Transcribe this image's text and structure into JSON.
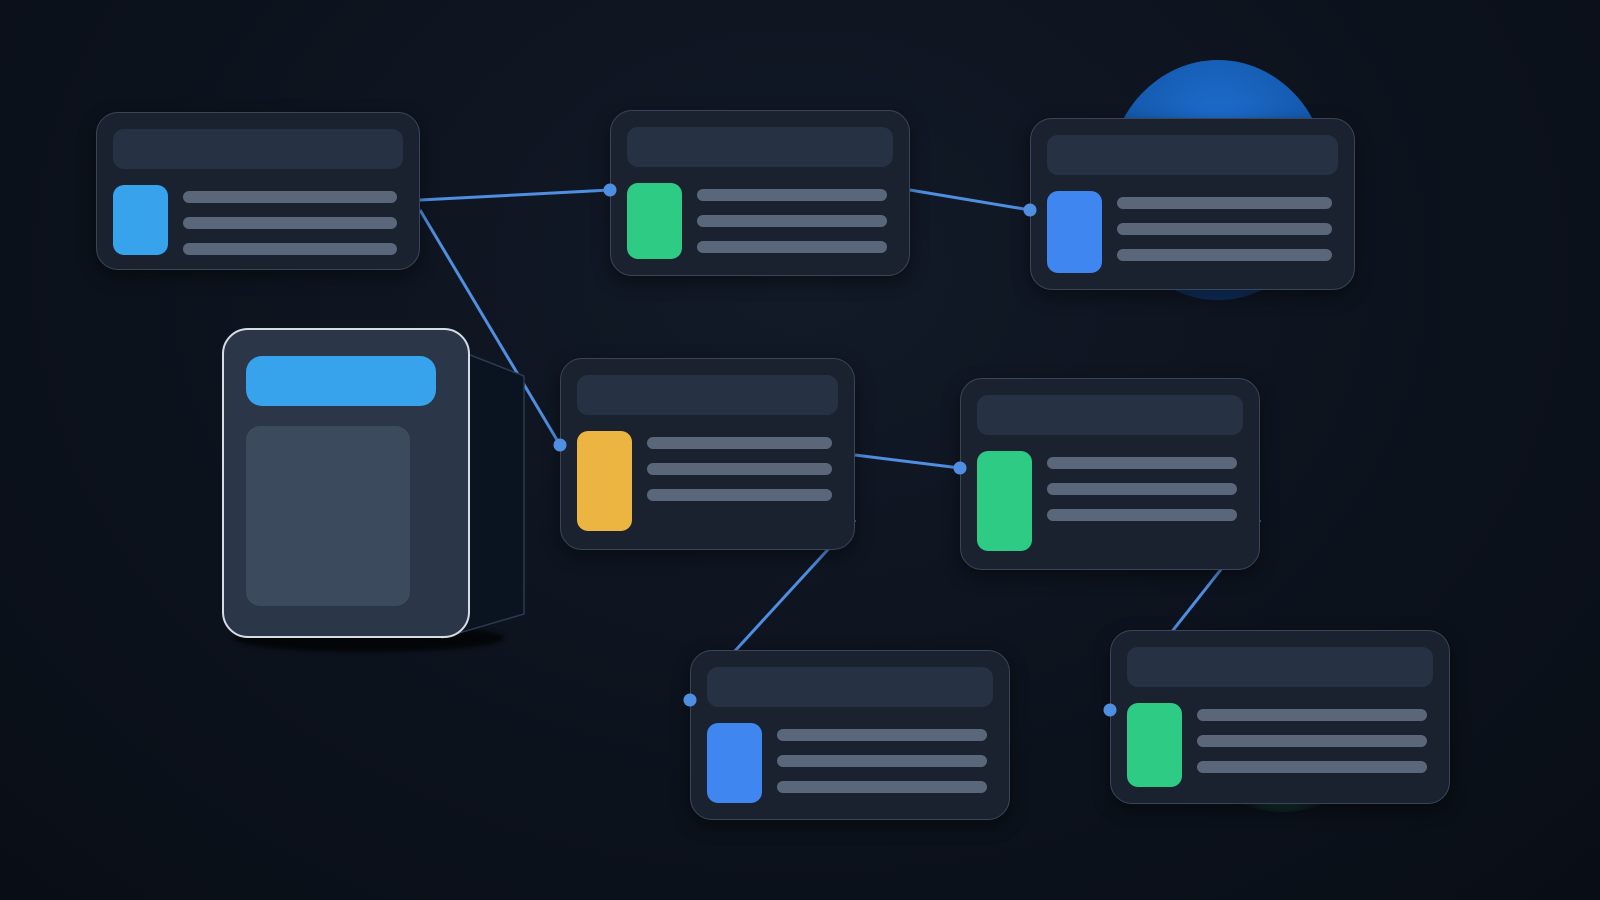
{
  "colors": {
    "background": "#0c121c",
    "card": "#1a2230",
    "card_border": "#3a4658",
    "header_bar": "#263244",
    "text_line": "#5a6679",
    "connector": "#4f8ee0",
    "swatch_sky": "#36a3ec",
    "swatch_green": "#2ecb84",
    "swatch_blue": "#3f86f0",
    "swatch_amber": "#ecb441",
    "device_header": "#36a3ec",
    "device_panel": "#3c4a5e"
  },
  "nodes": [
    {
      "id": "node-1",
      "swatch": "swatch_sky",
      "lines": 3
    },
    {
      "id": "node-2",
      "swatch": "swatch_green",
      "lines": 3
    },
    {
      "id": "node-3",
      "swatch": "swatch_blue",
      "lines": 3
    },
    {
      "id": "node-4",
      "swatch": "swatch_amber",
      "lines": 3
    },
    {
      "id": "node-5",
      "swatch": "swatch_green",
      "lines": 3
    },
    {
      "id": "node-6",
      "swatch": "swatch_blue",
      "lines": 3
    },
    {
      "id": "node-7",
      "swatch": "swatch_green",
      "lines": 3
    }
  ],
  "edges": [
    [
      "node-1",
      "node-2"
    ],
    [
      "node-2",
      "node-3"
    ],
    [
      "node-1",
      "node-4"
    ],
    [
      "node-4",
      "node-5"
    ],
    [
      "node-4",
      "node-6"
    ],
    [
      "node-5",
      "node-7"
    ]
  ],
  "icons": [
    "server-device-icon"
  ]
}
